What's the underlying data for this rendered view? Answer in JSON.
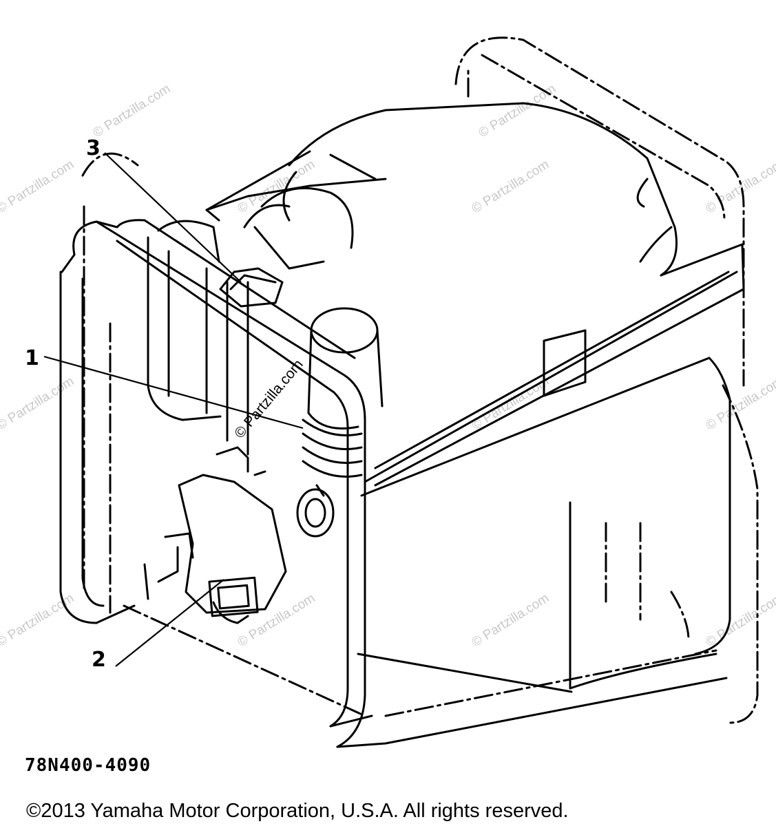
{
  "diagram": {
    "callouts": [
      {
        "id": "1",
        "label": "1"
      },
      {
        "id": "2",
        "label": "2"
      },
      {
        "id": "3",
        "label": "3"
      }
    ],
    "part_number": "78N400-4090",
    "copyright": "©2013  Yamaha Motor Corporation, U.S.A. All rights reserved.",
    "watermark": "© Partzilla.com"
  }
}
